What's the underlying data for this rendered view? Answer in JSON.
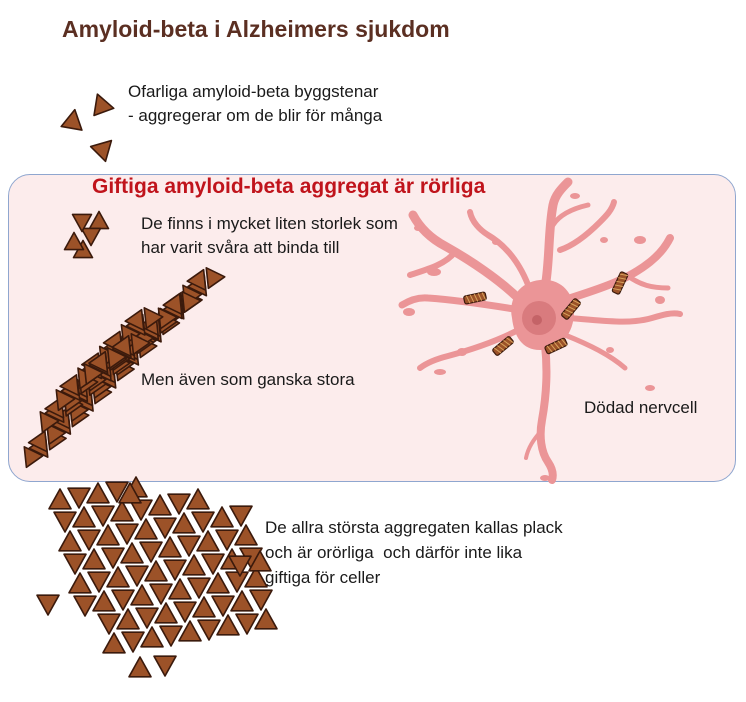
{
  "title": "Amyloid-beta i Alzheimers sjukdom",
  "subtitle": "Giftiga amyloid-beta aggregat är rörliga",
  "notes": {
    "harmless": "Ofarliga amyloid-beta byggstenar\n- aggregerar om de blir för många",
    "small": "De finns i mycket liten storlek som\nhar varit svåra att binda till",
    "large": "Men även som  ganska stora",
    "neuron": "Dödad nervcell",
    "plaque": "De allra största aggregaten kallas plack\noch är orörliga  och därför inte lika\ngiftiga för celler"
  },
  "colors": {
    "title": "#5b2f22",
    "subtitle": "#c0141c",
    "panel_fill": "#fcecec",
    "panel_border": "#8fa6cf",
    "peptide_fill": "#9c5228",
    "peptide_stroke": "#3b1a0c",
    "neuron_fill": "#eb9597",
    "neuron_nucleus": "#d97b7e"
  },
  "icons": {
    "monomer": "triangle-peptide-icon",
    "oligomer": "small-aggregate-icon",
    "fibril": "fibril-aggregate-icon",
    "plaque": "plaque-aggregate-icon",
    "neuron": "neuron-icon"
  }
}
